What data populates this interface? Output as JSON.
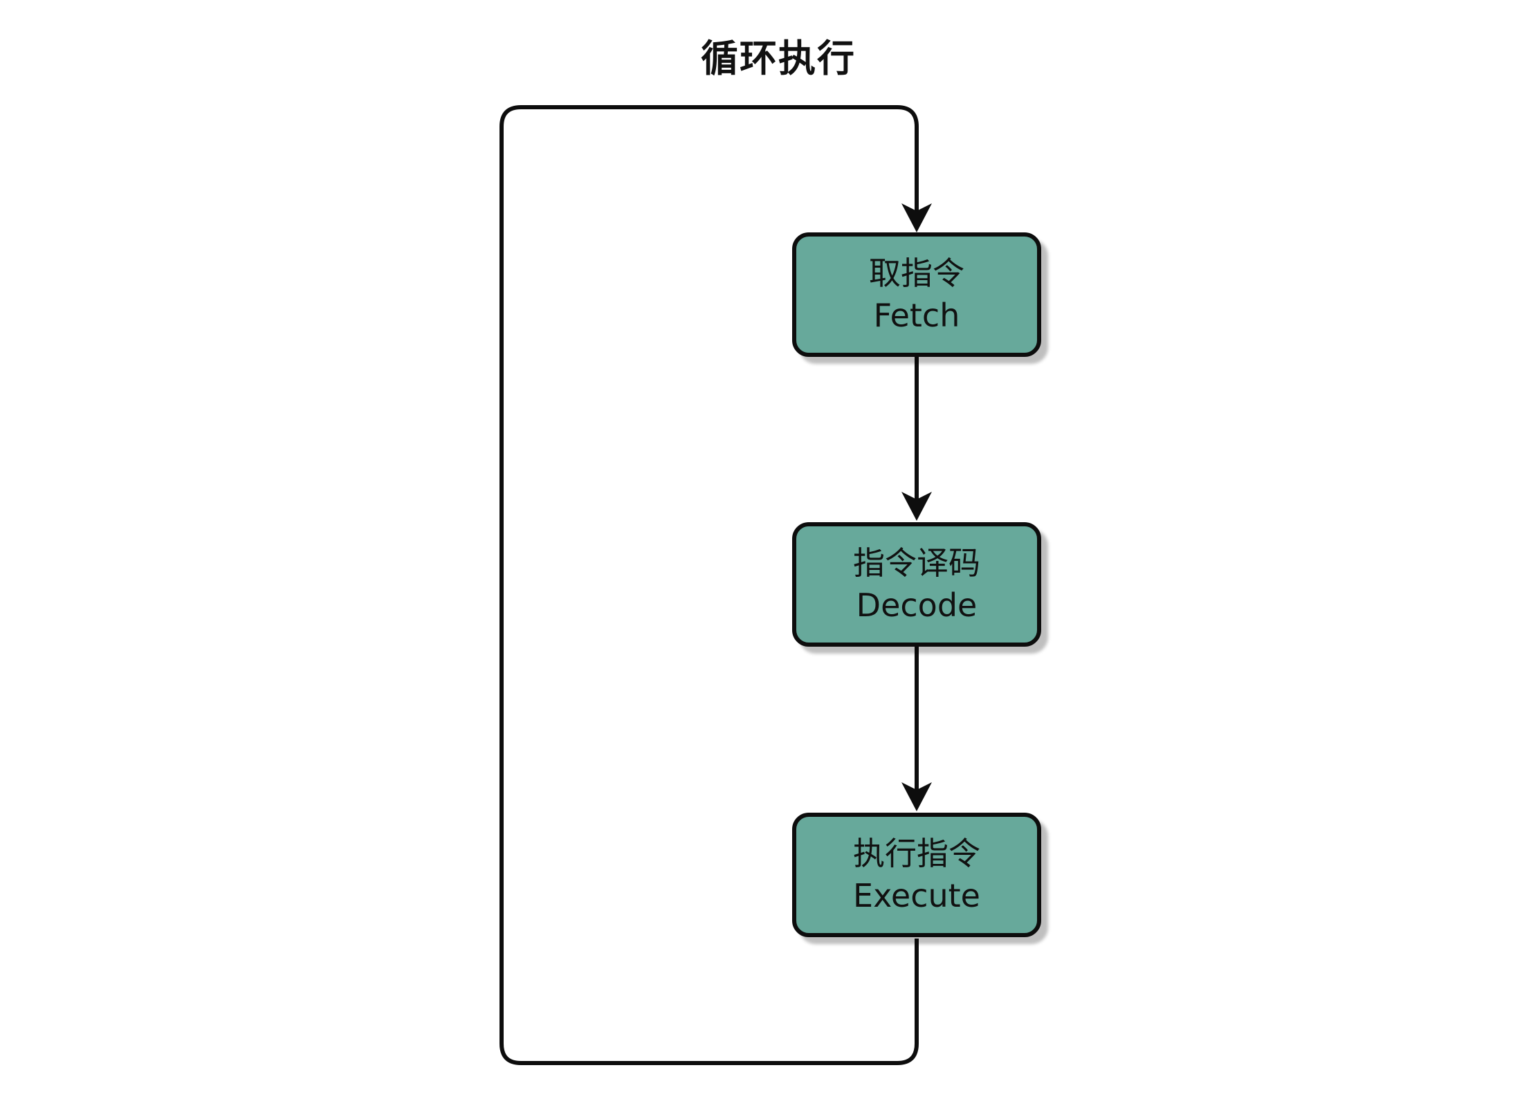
{
  "title": "循环执行",
  "nodes": [
    {
      "id": "fetch",
      "label_zh": "取指令",
      "label_en": "Fetch"
    },
    {
      "id": "decode",
      "label_zh": "指令译码",
      "label_en": "Decode"
    },
    {
      "id": "execute",
      "label_zh": "执行指令",
      "label_en": "Execute"
    }
  ],
  "edges": [
    {
      "from": "fetch",
      "to": "decode"
    },
    {
      "from": "decode",
      "to": "execute"
    },
    {
      "from": "execute",
      "to": "fetch",
      "label": "循环执行"
    }
  ],
  "colors": {
    "node_fill": "#67A99B",
    "node_border": "#0D0D0D",
    "line": "#0D0D0D",
    "text": "#111111",
    "background": "#FFFFFF"
  }
}
